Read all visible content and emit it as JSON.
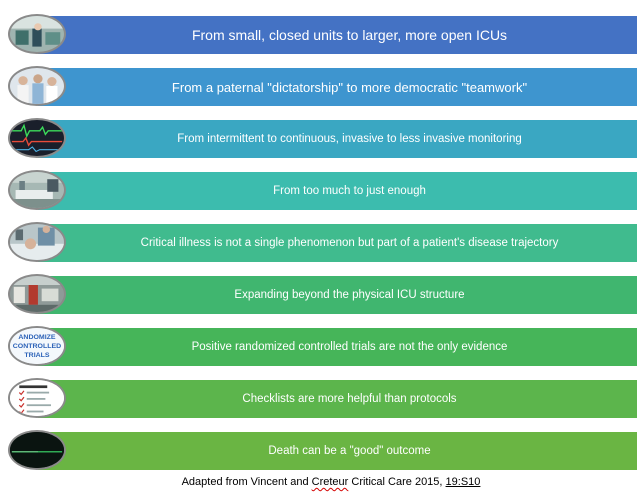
{
  "items": [
    {
      "text": "From small, closed units to larger, more open ICUs",
      "color": "#4472c4",
      "icon": "icu-ward-photo-icon"
    },
    {
      "text": "From a paternal \"dictatorship\" to more democratic \"teamwork\"",
      "color": "#3e95cf",
      "icon": "medical-team-photo-icon"
    },
    {
      "text": "From intermittent to continuous, invasive to less invasive monitoring",
      "color": "#3aa7c2",
      "icon": "monitor-screen-photo-icon"
    },
    {
      "text": "From too much to just enough",
      "color": "#3cbcae",
      "icon": "icu-bed-photo-icon"
    },
    {
      "text": "Critical illness is not a single phenomenon but part of a patient's disease trajectory",
      "color": "#40bb8e",
      "icon": "patient-care-photo-icon"
    },
    {
      "text": "Expanding beyond the physical ICU structure",
      "color": "#40b66f",
      "icon": "hospital-equipment-photo-icon"
    },
    {
      "text": "Positive randomized controlled trials are not the only evidence",
      "color": "#46b559",
      "icon": "randomized-trials-icon",
      "icon_text": "ANDOMIZE CONTROLLED TRIALS"
    },
    {
      "text": "Checklists are more helpful than protocols",
      "color": "#5cb54c",
      "icon": "checklist-icon"
    },
    {
      "text": "Death can be a \"good\" outcome",
      "color": "#6ab543",
      "icon": "flatline-monitor-icon"
    }
  ],
  "caption": {
    "prefix": "Adapted from Vincent and ",
    "name": "Creteur",
    "middle": " Critical Care 2015, ",
    "ref": "19:S10"
  }
}
